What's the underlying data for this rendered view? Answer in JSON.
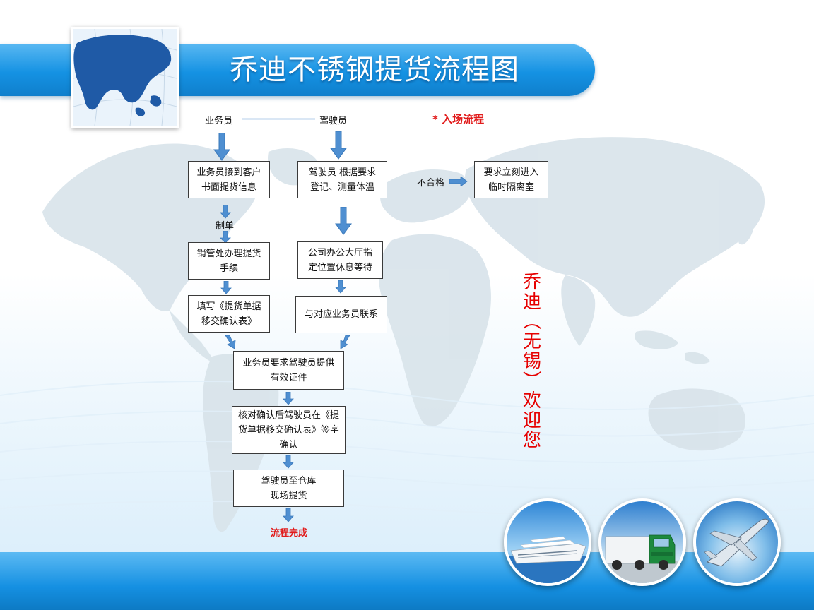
{
  "title": "乔迪不锈钢提货流程图",
  "roles": {
    "salesperson": "业务员",
    "driver": "驾驶员"
  },
  "entry_flow": "* 入场流程",
  "unqualified_label": "不合格",
  "make_order_label": "制单",
  "left_column": {
    "step1": [
      "业务员接到客户",
      "书面提货信息"
    ],
    "step2": [
      "销管处办理提货",
      "手续"
    ],
    "step3": [
      "填写《提货单据",
      "移交确认表》"
    ]
  },
  "right_column": {
    "step1": [
      "驾驶员 根据要求",
      "登记、测量体温"
    ],
    "step2": [
      "公司办公大厅指",
      "定位置休息等待"
    ],
    "step3": [
      "与对应业务员联系"
    ]
  },
  "quarantine": [
    "要求立刻进入",
    "临时隔离室"
  ],
  "merged": {
    "step1": [
      "业务员要求驾驶员提供",
      "有效证件"
    ],
    "step2": [
      "核对确认后驾驶员在《提",
      "货单据移交确认表》签字",
      "确认"
    ],
    "step3": [
      "驾驶员至仓库",
      "现场提货"
    ]
  },
  "complete": "流程完成",
  "welcome_vertical": [
    "乔",
    "迪",
    "︵",
    "无",
    "锡",
    "︶",
    "欢",
    "迎",
    "您"
  ],
  "colors": {
    "banner": "#1592e3",
    "arrow": "#4f8fd1",
    "accent_red": "#e11b1b",
    "bottom_bar": "#1590e2"
  },
  "icons": [
    "world-map",
    "asia-map",
    "cruise-ship-photo",
    "truck-photo",
    "airplane-photo"
  ]
}
